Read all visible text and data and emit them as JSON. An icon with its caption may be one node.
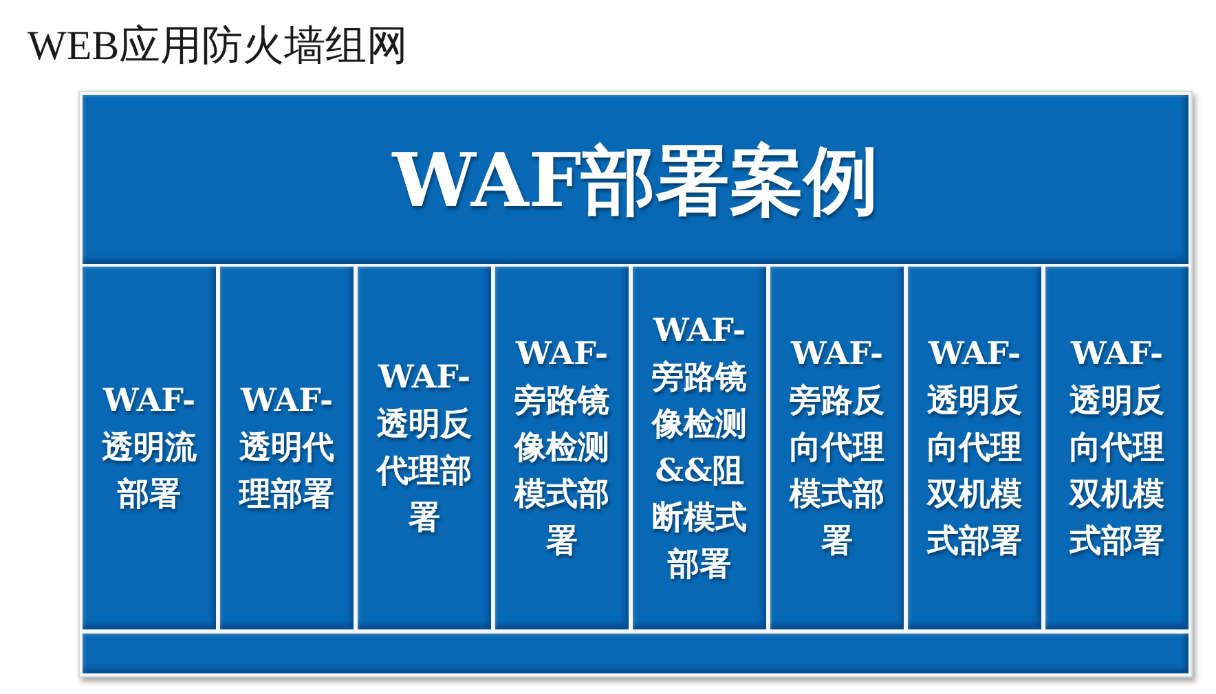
{
  "diagram": {
    "title": "WEB应用防火墙组网",
    "nodes": [
      {
        "text": [
          "WAF部署案例"
        ]
      },
      {
        "text": [
          "WAF-透明流部署"
        ],
        "in": 0
      },
      {
        "text": [
          "WAF-透明代理部署"
        ],
        "in": 0
      },
      {
        "text": [
          "WAF-透明反代理部署"
        ],
        "in": 0
      },
      {
        "text": [
          "WAF-旁路镜像检测模式部署"
        ],
        "in": 0
      },
      {
        "text": [
          "WAF-旁路镜像检测&&阻断模式部署"
        ],
        "in": 0
      },
      {
        "text": [
          "WAF-旁路反向代理模式部署"
        ],
        "in": 0
      },
      {
        "text": [
          "WAF-透明反向代理双机模式部署"
        ],
        "in": 0
      },
      {
        "text": [
          "WAF-透明反向代理双机模式部署"
        ],
        "in": 0
      },
      {
        "text": [],
        "shape": "bar",
        "in": 0
      }
    ]
  }
}
